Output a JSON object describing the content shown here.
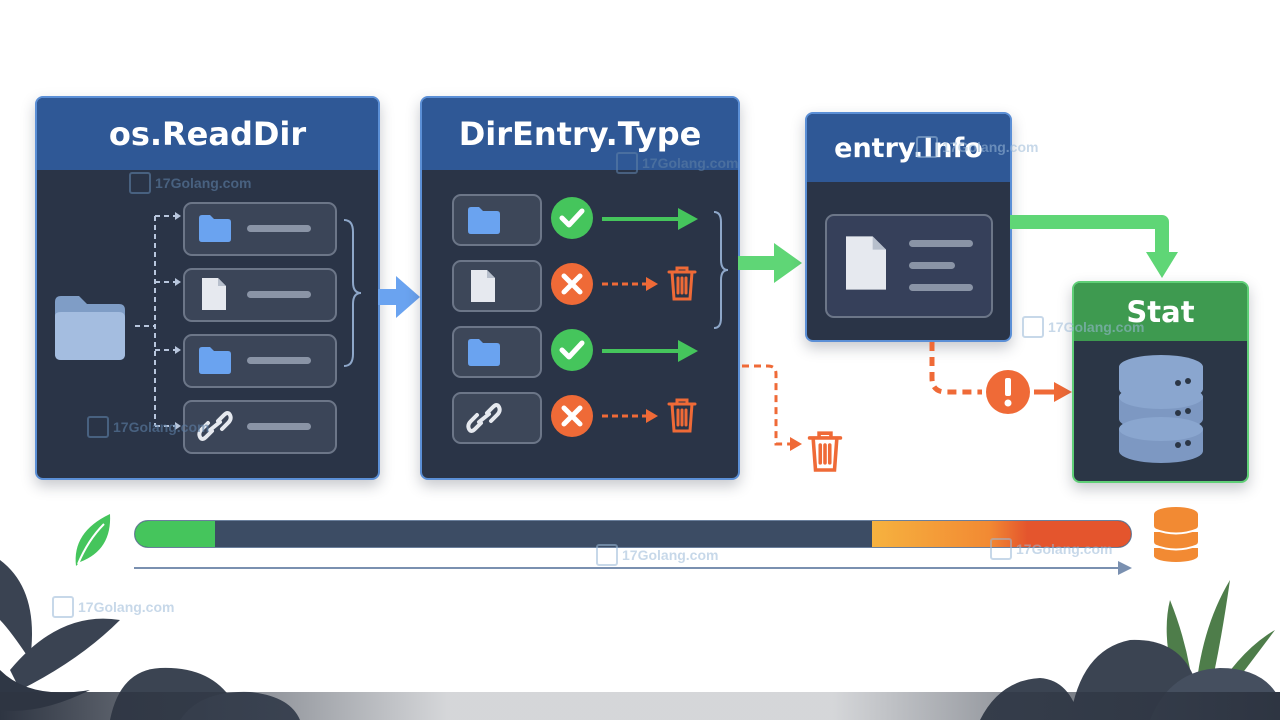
{
  "panels": {
    "readdir": {
      "title": "os.ReadDir"
    },
    "dirtype": {
      "title": "DirEntry.Type"
    },
    "info": {
      "title": "entry.Info"
    },
    "stat": {
      "title": "Stat"
    }
  },
  "watermark": {
    "text": "17Golang.com"
  },
  "progress": {
    "green_fraction": 0.08,
    "orange_start_fraction": 0.74
  },
  "colors": {
    "panel_bg": "#2a3447",
    "header_blue": "#2f5896",
    "header_green": "#3e9a50",
    "accept_green": "#45c55c",
    "reject_orange": "#ef6a37"
  }
}
